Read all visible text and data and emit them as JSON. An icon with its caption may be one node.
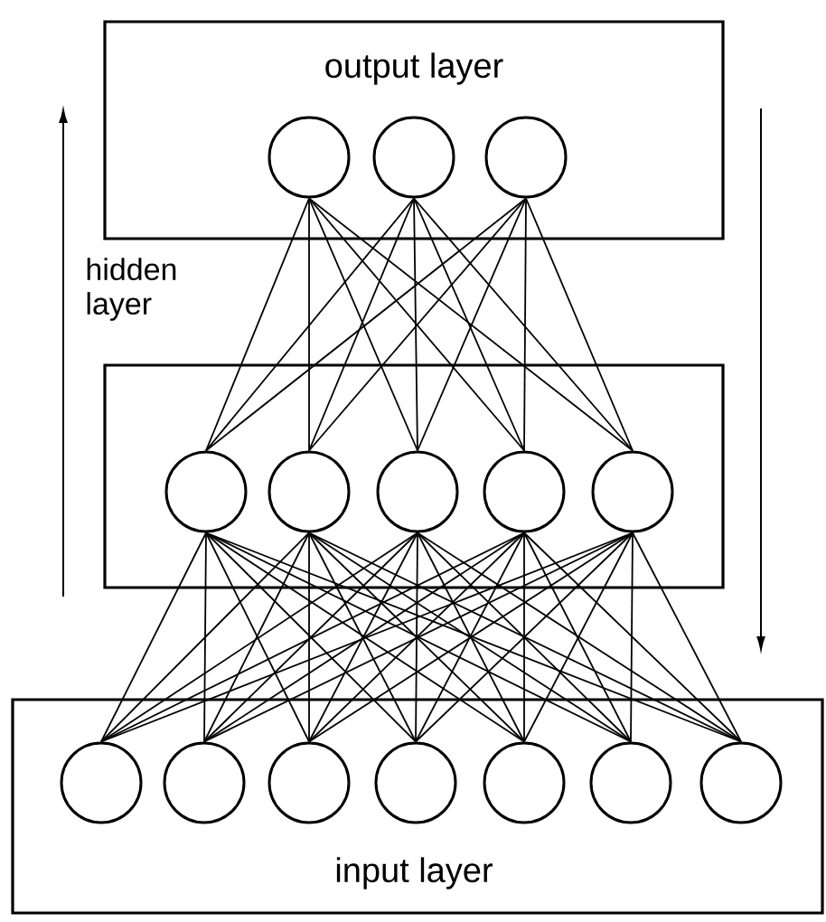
{
  "diagram": {
    "nodes": [
      {
        "text": [
          "output layer"
        ]
      },
      {
        "text": [],
        "shape": "circle",
        "in": 0
      },
      {
        "text": [],
        "shape": "circle",
        "in": 0
      },
      {
        "text": [],
        "shape": "circle",
        "in": 0
      },
      {
        "text": [
          "hidden layer"
        ]
      },
      {
        "text": [],
        "shape": "circle",
        "in": 4
      },
      {
        "text": [],
        "shape": "circle",
        "in": 4
      },
      {
        "text": [],
        "shape": "circle",
        "in": 4
      },
      {
        "text": [],
        "shape": "circle",
        "in": 4
      },
      {
        "text": [],
        "shape": "circle",
        "in": 4
      },
      {
        "text": [
          "input layer"
        ]
      },
      {
        "text": [],
        "shape": "circle",
        "in": 10
      },
      {
        "text": [],
        "shape": "circle",
        "in": 10
      },
      {
        "text": [],
        "shape": "circle",
        "in": 10
      },
      {
        "text": [],
        "shape": "circle",
        "in": 10
      },
      {
        "text": [],
        "shape": "circle",
        "in": 10
      },
      {
        "text": [],
        "shape": "circle",
        "in": 10
      },
      {
        "text": [],
        "shape": "circle",
        "in": 10
      }
    ],
    "edges": [
      {
        "from": 11,
        "to": 5,
        "arrow": "none"
      },
      {
        "from": 11,
        "to": 6,
        "arrow": "none"
      },
      {
        "from": 11,
        "to": 7,
        "arrow": "none"
      },
      {
        "from": 11,
        "to": 8,
        "arrow": "none"
      },
      {
        "from": 11,
        "to": 9,
        "arrow": "none"
      },
      {
        "from": 12,
        "to": 5,
        "arrow": "none"
      },
      {
        "from": 12,
        "to": 6,
        "arrow": "none"
      },
      {
        "from": 12,
        "to": 7,
        "arrow": "none"
      },
      {
        "from": 12,
        "to": 8,
        "arrow": "none"
      },
      {
        "from": 12,
        "to": 9,
        "arrow": "none"
      },
      {
        "from": 13,
        "to": 5,
        "arrow": "none"
      },
      {
        "from": 13,
        "to": 6,
        "arrow": "none"
      },
      {
        "from": 13,
        "to": 7,
        "arrow": "none"
      },
      {
        "from": 13,
        "to": 8,
        "arrow": "none"
      },
      {
        "from": 13,
        "to": 9,
        "arrow": "none"
      },
      {
        "from": 14,
        "to": 5,
        "arrow": "none"
      },
      {
        "from": 14,
        "to": 6,
        "arrow": "none"
      },
      {
        "from": 14,
        "to": 7,
        "arrow": "none"
      },
      {
        "from": 14,
        "to": 8,
        "arrow": "none"
      },
      {
        "from": 14,
        "to": 9,
        "arrow": "none"
      },
      {
        "from": 15,
        "to": 5,
        "arrow": "none"
      },
      {
        "from": 15,
        "to": 6,
        "arrow": "none"
      },
      {
        "from": 15,
        "to": 7,
        "arrow": "none"
      },
      {
        "from": 15,
        "to": 8,
        "arrow": "none"
      },
      {
        "from": 15,
        "to": 9,
        "arrow": "none"
      },
      {
        "from": 16,
        "to": 5,
        "arrow": "none"
      },
      {
        "from": 16,
        "to": 6,
        "arrow": "none"
      },
      {
        "from": 16,
        "to": 7,
        "arrow": "none"
      },
      {
        "from": 16,
        "to": 8,
        "arrow": "none"
      },
      {
        "from": 16,
        "to": 9,
        "arrow": "none"
      },
      {
        "from": 17,
        "to": 5,
        "arrow": "none"
      },
      {
        "from": 17,
        "to": 6,
        "arrow": "none"
      },
      {
        "from": 17,
        "to": 7,
        "arrow": "none"
      },
      {
        "from": 17,
        "to": 8,
        "arrow": "none"
      },
      {
        "from": 17,
        "to": 9,
        "arrow": "none"
      },
      {
        "from": 5,
        "to": 1,
        "arrow": "none"
      },
      {
        "from": 5,
        "to": 2,
        "arrow": "none"
      },
      {
        "from": 5,
        "to": 3,
        "arrow": "none"
      },
      {
        "from": 6,
        "to": 1,
        "arrow": "none"
      },
      {
        "from": 6,
        "to": 2,
        "arrow": "none"
      },
      {
        "from": 6,
        "to": 3,
        "arrow": "none"
      },
      {
        "from": 7,
        "to": 1,
        "arrow": "none"
      },
      {
        "from": 7,
        "to": 2,
        "arrow": "none"
      },
      {
        "from": 7,
        "to": 3,
        "arrow": "none"
      },
      {
        "from": 8,
        "to": 1,
        "arrow": "none"
      },
      {
        "from": 8,
        "to": 2,
        "arrow": "none"
      },
      {
        "from": 8,
        "to": 3,
        "arrow": "none"
      },
      {
        "from": 9,
        "to": 1,
        "arrow": "none"
      },
      {
        "from": 9,
        "to": 2,
        "arrow": "none"
      },
      {
        "from": 9,
        "to": 3,
        "arrow": "none"
      }
    ]
  }
}
